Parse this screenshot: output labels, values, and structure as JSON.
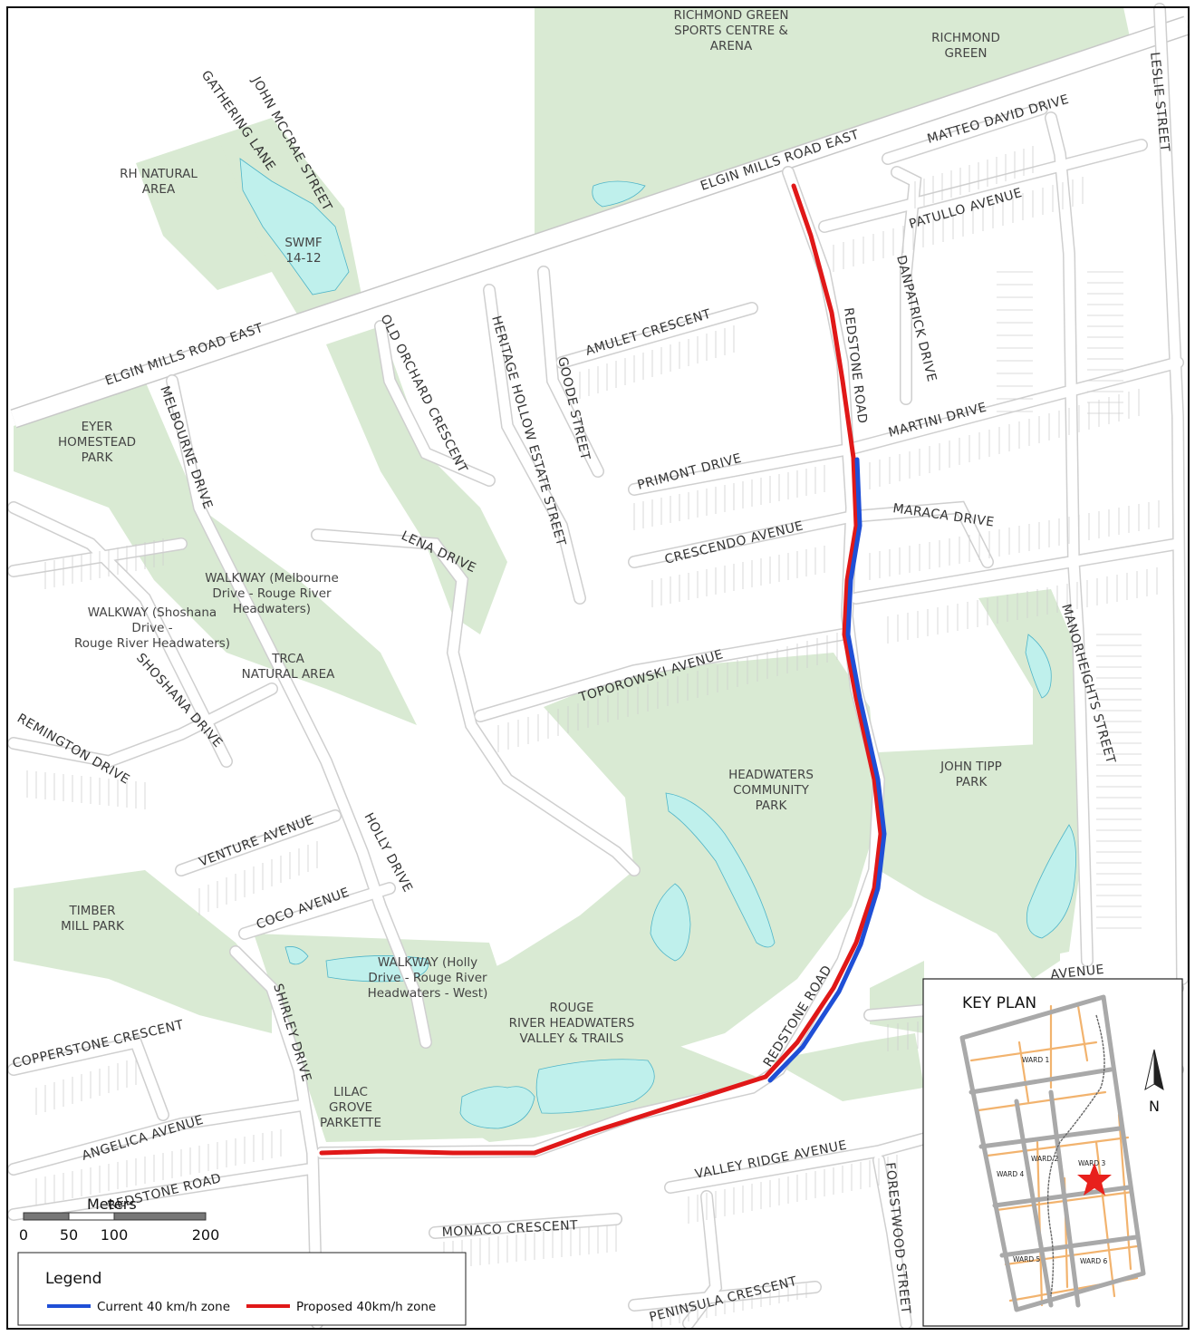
{
  "streets": [
    {
      "id": "elgin-mills-east",
      "label": "ELGIN MILLS ROAD EAST"
    },
    {
      "id": "elgin-mills-west",
      "label": "ELGIN MILLS ROAD EAST"
    },
    {
      "id": "matteo-david",
      "label": "MATTEO DAVID DRIVE"
    },
    {
      "id": "leslie",
      "label": "LESLIE STREET"
    },
    {
      "id": "patullo",
      "label": "PATULLO AVENUE"
    },
    {
      "id": "gathering",
      "label": "GATHERING LANE"
    },
    {
      "id": "john-mccrae",
      "label": "JOHN MCCRAE STREET"
    },
    {
      "id": "danpatrick",
      "label": "DANPATRICK DRIVE"
    },
    {
      "id": "redstone-north",
      "label": "REDSTONE ROAD"
    },
    {
      "id": "amulet",
      "label": "AMULET CRESCENT"
    },
    {
      "id": "old-orchard",
      "label": "OLD ORCHARD CRESCENT"
    },
    {
      "id": "heritage",
      "label": "HERITAGE HOLLOW ESTATE STREET"
    },
    {
      "id": "goode",
      "label": "GOODE STREET"
    },
    {
      "id": "martini",
      "label": "MARTINI DRIVE"
    },
    {
      "id": "primont",
      "label": "PRIMONT DRIVE"
    },
    {
      "id": "melbourne",
      "label": "MELBOURNE DRIVE"
    },
    {
      "id": "maraca",
      "label": "MARACA DRIVE"
    },
    {
      "id": "crescendo",
      "label": "CRESCENDO AVENUE"
    },
    {
      "id": "lena",
      "label": "LENA DRIVE"
    },
    {
      "id": "manorheights",
      "label": "MANORHEIGHTS STREET"
    },
    {
      "id": "toporowski",
      "label": "TOPOROWSKI AVENUE"
    },
    {
      "id": "shoshana",
      "label": "SHOSHANA DRIVE"
    },
    {
      "id": "remington",
      "label": "REMINGTON DRIVE"
    },
    {
      "id": "venture",
      "label": "VENTURE AVENUE"
    },
    {
      "id": "holly",
      "label": "HOLLY DRIVE"
    },
    {
      "id": "coco",
      "label": "COCO AVENUE"
    },
    {
      "id": "shirley",
      "label": "SHIRLEY DRIVE"
    },
    {
      "id": "redstone-south",
      "label": "REDSTONE ROAD"
    },
    {
      "id": "copperstone",
      "label": "COPPERSTONE CRESCENT"
    },
    {
      "id": "angelica",
      "label": "ANGELICA AVENUE"
    },
    {
      "id": "redstone-west",
      "label": "REDSTONE ROAD"
    },
    {
      "id": "valley-ridge",
      "label": "VALLEY RIDGE AVENUE"
    },
    {
      "id": "forestwood",
      "label": "FORESTWOOD STREET"
    },
    {
      "id": "monaco",
      "label": "MONACO CRESCENT"
    },
    {
      "id": "peninsula",
      "label": "PENINSULA CRESCENT"
    },
    {
      "id": "partial-avenue",
      "label": "AVENUE"
    }
  ],
  "places": [
    {
      "id": "richmond-green-sports",
      "lines": [
        "RICHMOND GREEN",
        "SPORTS CENTRE &",
        "ARENA"
      ]
    },
    {
      "id": "richmond-green",
      "lines": [
        "RICHMOND",
        "GREEN"
      ]
    },
    {
      "id": "rh-natural-area",
      "lines": [
        "RH NATURAL",
        "AREA"
      ]
    },
    {
      "id": "swmf",
      "lines": [
        "SWMF",
        "14-12"
      ]
    },
    {
      "id": "eyer-homestead",
      "lines": [
        "EYER",
        "HOMESTEAD",
        "PARK"
      ]
    },
    {
      "id": "walkway-melbourne",
      "lines": [
        "WALKWAY (Melbourne",
        "Drive - Rouge River",
        "Headwaters)"
      ]
    },
    {
      "id": "walkway-shoshana",
      "lines": [
        "WALKWAY (Shoshana",
        "Drive -",
        "Rouge River Headwaters)"
      ]
    },
    {
      "id": "trca",
      "lines": [
        "TRCA",
        "NATURAL AREA"
      ]
    },
    {
      "id": "headwaters-park",
      "lines": [
        "HEADWATERS",
        "COMMUNITY",
        "PARK"
      ]
    },
    {
      "id": "john-tipp",
      "lines": [
        "JOHN TIPP",
        "PARK"
      ]
    },
    {
      "id": "timber-mill",
      "lines": [
        "TIMBER",
        "MILL PARK"
      ]
    },
    {
      "id": "walkway-holly",
      "lines": [
        "WALKWAY (Holly",
        "Drive - Rouge River",
        "Headwaters - West)"
      ]
    },
    {
      "id": "rouge-river",
      "lines": [
        "ROUGE",
        "RIVER HEADWATERS",
        "VALLEY & TRAILS"
      ]
    },
    {
      "id": "lilac-grove",
      "lines": [
        "LILAC",
        "GROVE",
        "PARKETTE"
      ]
    }
  ],
  "scale_bar": {
    "title": "Meters",
    "ticks": [
      "0",
      "50",
      "100",
      "200"
    ]
  },
  "legend": {
    "title": "Legend",
    "items": [
      {
        "label": "Current 40 km/h zone",
        "color": "#1f4fd6"
      },
      {
        "label": "Proposed 40km/h zone",
        "color": "#e01818"
      }
    ]
  },
  "key_plan": {
    "title": "KEY PLAN",
    "north": "N",
    "wards": [
      "WARD 1",
      "WARD 2",
      "WARD 3",
      "WARD 4",
      "WARD 5",
      "WARD 6"
    ],
    "marker_color": "#e8201c"
  },
  "colors": {
    "park": "#d9ead3",
    "water": "#bff0ec",
    "road_edge": "#cfcfcf",
    "current_zone": "#1f4fd6",
    "proposed_zone": "#e01818"
  }
}
